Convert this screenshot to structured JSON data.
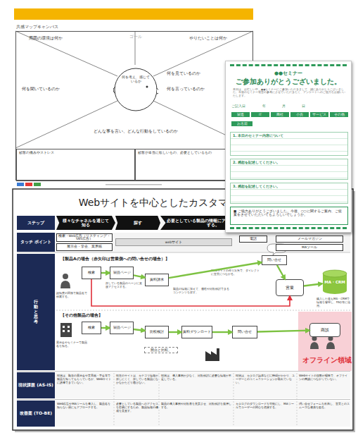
{
  "diagram": {
    "nodes": [
      {
        "text": [
          "共感マップキャンバス"
        ]
      },
      {
        "text": [
          "顧客の痛みやストレス"
        ],
        "in": 0
      },
      {
        "text": [
          "顧客が本当に欲しいもの、必要としているもの"
        ],
        "in": 0
      },
      {
        "text": [
          "何を考え、感じているか"
        ],
        "in": 0
      },
      {
        "text": [
          "●●セミナー",
          "ご参加ありがとうございました。"
        ]
      },
      {
        "text": [
          "1. 本日のセミナー内容について"
        ],
        "in": 4
      },
      {
        "text": [
          "2. 感想を記述してください。"
        ],
        "in": 4
      },
      {
        "text": [
          "3. 感想を記述してください。"
        ],
        "in": 4
      },
      {
        "text": [
          "■ ご協力ありがとうございました。今後、○○に関するご案内、ご提案をさせていただいてもよろしいでしょうか。"
        ],
        "in": 4
      },
      {
        "text": [
          "Webサイトを中心としたカスタマージャーニー"
        ]
      },
      {
        "text": [
          "ステップ"
        ],
        "in": 9
      },
      {
        "text": [
          "タッチ ポイント"
        ],
        "in": 9
      },
      {
        "text": [
          "行動 と 思考"
        ],
        "in": 9
      },
      {
        "text": [
          "現状課題 (AS-IS)"
        ],
        "in": 9
      },
      {
        "text": [
          "改善案 (TO-BE)"
        ],
        "in": 9
      },
      {
        "text": [
          "様々なチャネルを通じて知る"
        ],
        "in": 9
      },
      {
        "text": [
          "探す"
        ],
        "in": 9
      },
      {
        "text": [
          "必要としている製品の情報にアクセス。比較検討する。"
        ],
        "in": 9
      },
      {
        "text": [
          "検索・Web広告（リスティング・SNS広告）"
        ],
        "in": 9
      },
      {
        "text": [
          "展示会・学会、業界紙"
        ],
        "in": 9
      },
      {
        "text": [
          "webサイト"
        ],
        "in": 9
      },
      {
        "text": [
          "電話"
        ],
        "in": 9
      },
      {
        "text": [
          "メールマガジン"
        ],
        "in": 9
      },
      {
        "text": [
          "MAツール"
        ],
        "in": 9
      },
      {
        "text": [
          "検索"
        ],
        "in": 9
      },
      {
        "text": [
          "製品ページ"
        ],
        "in": 9
      },
      {
        "text": [
          "資料請求"
        ],
        "in": 9
      },
      {
        "text": [
          "問い合せ"
        ],
        "in": 9
      },
      {
        "text": [
          "営業"
        ],
        "in": 9
      },
      {
        "text": [
          "MA・CRM"
        ],
        "in": 9
      },
      {
        "text": [
          "検索"
        ],
        "in": 9
      },
      {
        "text": [
          "製品ページ"
        ],
        "in": 9
      },
      {
        "text": [
          "比較検討"
        ],
        "in": 9
      },
      {
        "text": [
          "資料ダウンロード"
        ],
        "in": 9
      },
      {
        "text": [
          "問い合せ"
        ],
        "in": 9
      },
      {
        "text": [
          "商談"
        ],
        "in": 9
      }
    ],
    "edges": [
      {
        "from": 24,
        "to": 25,
        "arrow": "to"
      },
      {
        "from": 25,
        "to": 26,
        "arrow": "to"
      },
      {
        "from": 26,
        "to": 27,
        "arrow": "to"
      },
      {
        "from": 27,
        "to": 28,
        "arrow": "to"
      },
      {
        "from": 28,
        "to": 29,
        "arrow": "to"
      },
      {
        "from": 24,
        "to": 28,
        "arrow": "to"
      },
      {
        "from": 30,
        "to": 31,
        "arrow": "to"
      },
      {
        "from": 31,
        "to": 32,
        "arrow": "to"
      },
      {
        "from": 32,
        "to": 33,
        "arrow": "to"
      },
      {
        "from": 33,
        "to": 34,
        "arrow": "to"
      },
      {
        "from": 34,
        "to": 35,
        "arrow": "to"
      }
    ],
    "labels": [
      "周囲の環境は何か",
      "ゴール",
      "やりたいことは何か",
      "何を聞いているのか",
      "何を見ているのか",
      "何を言っているのか",
      "どんな事を言い、どんな行動をしているのか",
      "本日は、お忙しい中、●●セミナーにご参加いただきまして、誠にありがとうございました。今後のセミナー運営の参考にさせていただきたく、アンケートへのご協力をお願いいたします。",
      "ご記入日",
      "年",
      "月",
      "日",
      "製造",
      "IT",
      "商社",
      "小売",
      "サービス",
      "その他",
      "お名前",
      "【製品Aの場合（赤矢印は営業側への問い合せの場合）】",
      "【その他製品の場合】",
      "認知度の関係で製品名で検索する。",
      "探している製品のページに直接アクセスする。",
      "製品の情報に加えて、価格や比較検討できるコンテンツを探す。",
      "Webサイトの作り次第で、ダイレクトに営業につながる。",
      "購入した後もMA・CRMで情報を管理し、FAQ等に活用。",
      "展示会やセミナーで製品名を知る。",
      "競合と比較。",
      "オフライン領域",
      "現状は、既存の展示会や業界紙・学会等で製品を知ってもらっているが、Webサイトに誘導できていない。",
      "現在のサイトは、カテゴリ情報が探しにくく、探している製品になかなかたどり着けない。",
      "現状は、導入事例が少なく、比較検討に必要な情報が不足している。",
      "現状は、カタログ請求などに時間がかかり、ユーザーとのコミュニケーションが取れていない。",
      "Webサイトの役割が曖昧で、オフラインの商談につながっていない。",
      "Web広告やMAツールを導入し、製品名を知らない層にもアプローチする。",
      "必要としている製品へのアクセスを容易にするため、製品情報の構成を見直す。",
      "製品の導入事例や比較表を充実させ、比較検討を後押しする。",
      "カタログのダウンロードを可能にし、MAツールでユーザーの関心を把握する。",
      "問い合せフォームを改善し、営業とのスムーズな連携を図る。"
    ]
  }
}
